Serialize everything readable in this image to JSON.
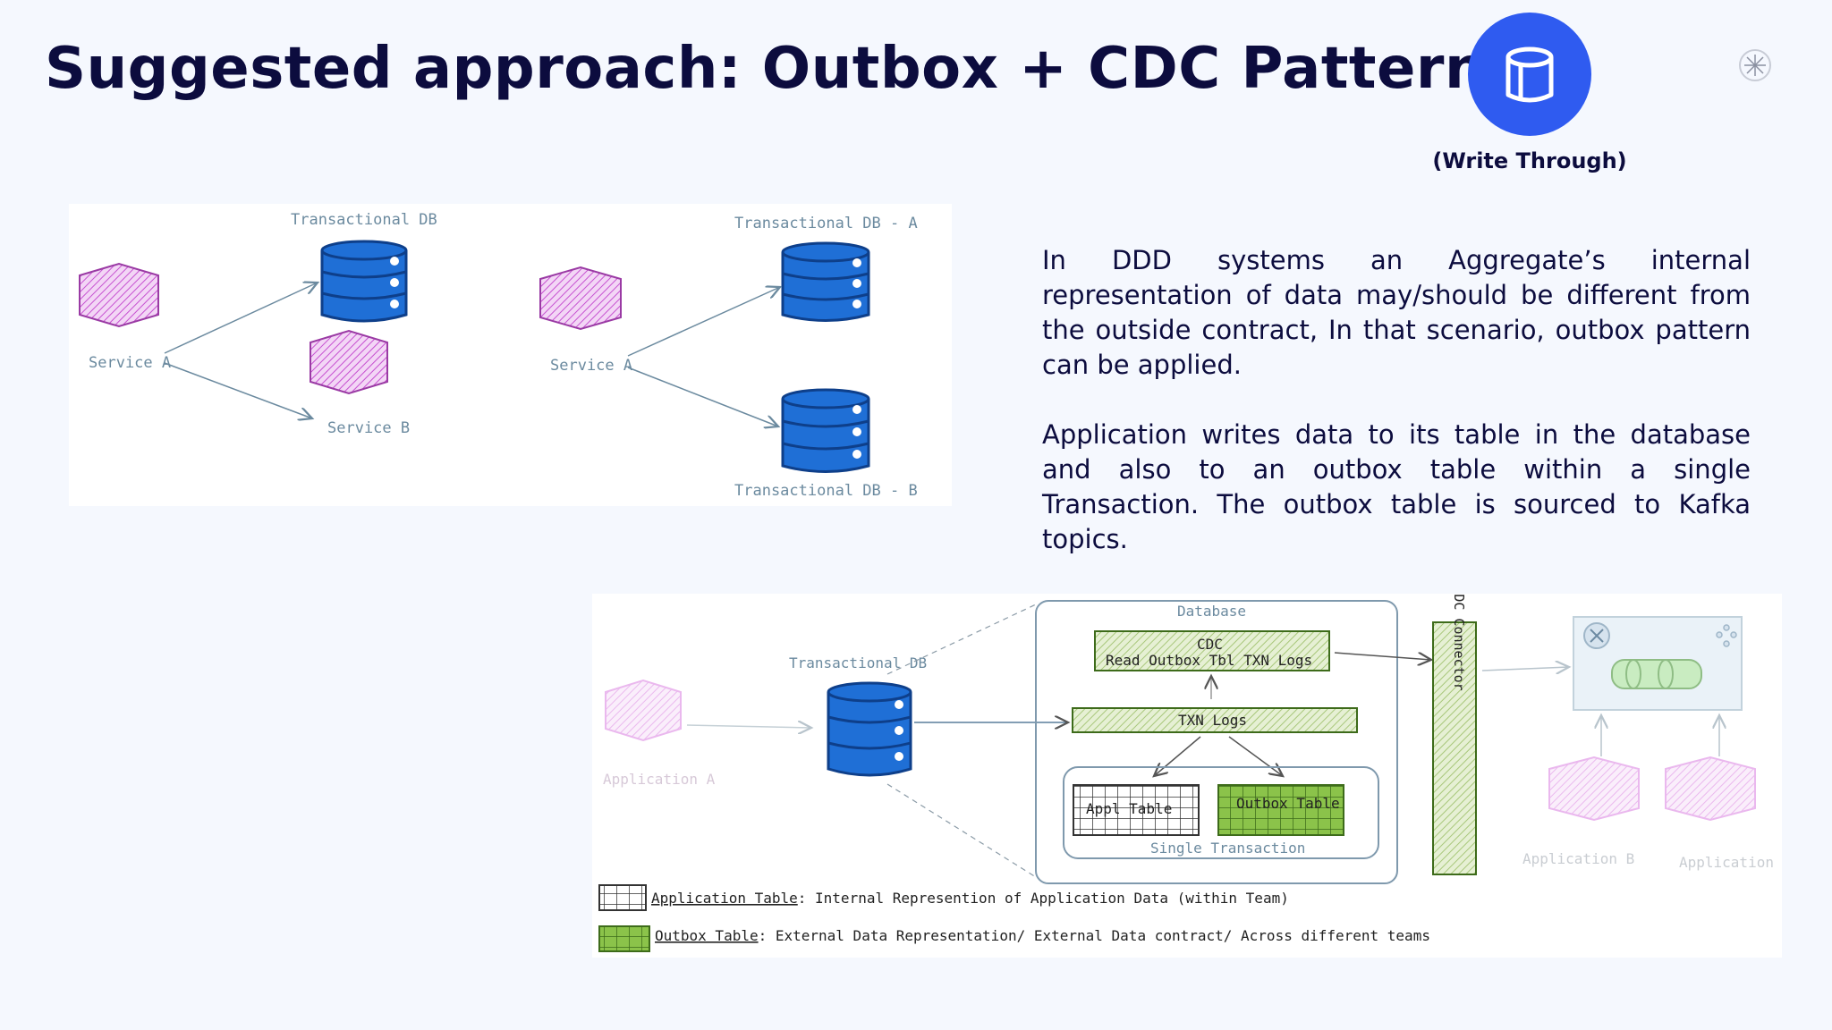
{
  "slide": {
    "title": "Suggested approach: Outbox + CDC Patterns",
    "badge": {
      "icon": "database-icon",
      "caption": "(Write Through)",
      "color": "#2f5bf0"
    },
    "paragraphs": [
      "In DDD systems an Aggregate’s internal representation of data may/should be different from the outside contract, In that scenario, outbox pattern can be applied.",
      "Application writes data to its table in the database and also to an outbox table within a single Transaction. The outbox table is sourced to Kafka topics."
    ]
  },
  "figure1": {
    "left": {
      "db_label": "Transactional DB",
      "service_a": "Service A",
      "service_b": "Service B"
    },
    "right": {
      "db_a_label": "Transactional DB - A",
      "db_b_label": "Transactional DB - B",
      "service_a": "Service A"
    }
  },
  "figure2": {
    "app_a": "Application A",
    "db_label": "Transactional DB",
    "database_box": "Database",
    "cdc_line1": "CDC",
    "cdc_line2": "Read Outbox Tbl TXN Logs",
    "txn_logs": "TXN Logs",
    "appl_table": "Appl Table",
    "outbox_table": "Outbox Table",
    "single_txn": "Single Transaction",
    "connector": "CDC Connector",
    "app_b": "Application B",
    "app_c": "Application C",
    "legend": [
      {
        "name": "Application Table",
        "text": ": Internal Represention of Application Data (within Team)"
      },
      {
        "name": "Outbox Table",
        "text": ": External Data Representation/ External Data contract/ Across different teams"
      }
    ]
  },
  "colors": {
    "db_blue": "#1f6fd6",
    "service_purple": "#c64fd0",
    "outbox_green": "#8bc34a",
    "sketch_line": "#6b8a9f"
  }
}
